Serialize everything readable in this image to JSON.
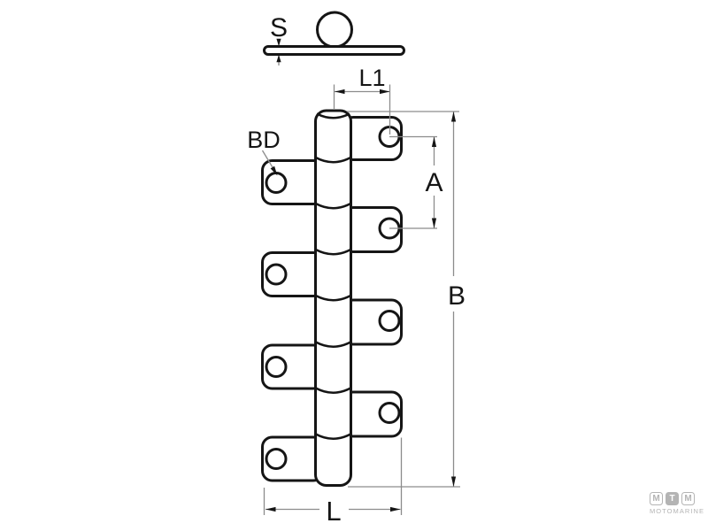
{
  "drawing": {
    "description": "technical drawing of a multi-tab hinge, front view and top profile view",
    "labels": {
      "s": "S",
      "l1": "L1",
      "bd": "BD",
      "a": "A",
      "b": "B",
      "l": "L"
    },
    "colors": {
      "outline": "#151515",
      "dimension_line": "#8c8c8c",
      "background": "#ffffff"
    }
  },
  "logo": {
    "box1": "M",
    "box2": "T",
    "box3": "M",
    "name": "MOTOMARINE",
    "color": "#b4b4b4"
  }
}
